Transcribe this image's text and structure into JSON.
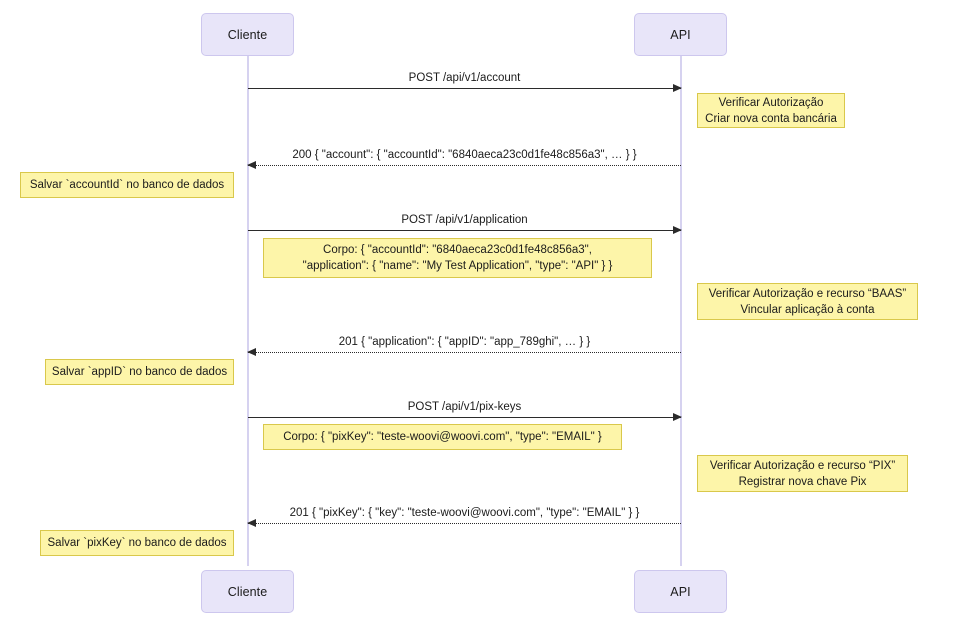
{
  "diagram": {
    "type": "sequence-diagram",
    "title": "",
    "colors": {
      "participant_fill": "#e8e5f9",
      "participant_border": "#cdc7ee",
      "lifeline": "#d6d2f0",
      "note_fill": "#fdf5a9",
      "note_border": "#d9c84b",
      "line": "#2b2b2b",
      "background": "#ffffff"
    },
    "participants": [
      {
        "id": "client",
        "label": "Cliente"
      },
      {
        "id": "api",
        "label": "API"
      }
    ],
    "participants_bottom": [
      {
        "id": "client",
        "label": "Cliente"
      },
      {
        "id": "api",
        "label": "API"
      }
    ],
    "messages": [
      {
        "id": "m1",
        "label": "POST /api/v1/account",
        "from": "client",
        "to": "api",
        "style": "solid"
      },
      {
        "id": "m2",
        "label": "200 { \"account\": { \"accountId\": \"6840aeca23c0d1fe48c856a3\", … } }",
        "from": "api",
        "to": "client",
        "style": "dashed"
      },
      {
        "id": "m3",
        "label": "POST /api/v1/application",
        "from": "client",
        "to": "api",
        "style": "solid"
      },
      {
        "id": "m4",
        "label": "201 { \"application\": { \"appID\": \"app_789ghi\", … } }",
        "from": "api",
        "to": "client",
        "style": "dashed"
      },
      {
        "id": "m5",
        "label": "POST /api/v1/pix-keys",
        "from": "client",
        "to": "api",
        "style": "solid"
      },
      {
        "id": "m6",
        "label": "201 { \"pixKey\": { \"key\": \"teste-woovi@woovi.com\", \"type\": \"EMAIL\" } }",
        "from": "api",
        "to": "client",
        "style": "dashed"
      }
    ],
    "notes": [
      {
        "id": "n1",
        "side": "right-of-api",
        "lines": [
          "Verificar Autorização",
          "Criar nova conta bancária"
        ]
      },
      {
        "id": "n2",
        "side": "left-of-client",
        "lines": [
          "Salvar `accountId` no banco de dados"
        ]
      },
      {
        "id": "n3",
        "side": "over-span",
        "lines": [
          "Corpo: { \"accountId\": \"6840aeca23c0d1fe48c856a3\",",
          "\"application\": { \"name\": \"My Test Application\", \"type\": \"API\" } }"
        ]
      },
      {
        "id": "n4",
        "side": "right-of-api",
        "lines": [
          "Verificar Autorização e recurso “BAAS”",
          "Vincular aplicação à conta"
        ]
      },
      {
        "id": "n5",
        "side": "left-of-client",
        "lines": [
          "Salvar `appID` no banco de dados"
        ]
      },
      {
        "id": "n6",
        "side": "over-span",
        "lines": [
          "Corpo: { \"pixKey\": \"teste-woovi@woovi.com\", \"type\": \"EMAIL\" }"
        ]
      },
      {
        "id": "n7",
        "side": "right-of-api",
        "lines": [
          "Verificar Autorização e recurso “PIX”",
          "Registrar nova chave Pix"
        ]
      },
      {
        "id": "n8",
        "side": "left-of-client",
        "lines": [
          "Salvar `pixKey` no banco de dados"
        ]
      }
    ]
  }
}
